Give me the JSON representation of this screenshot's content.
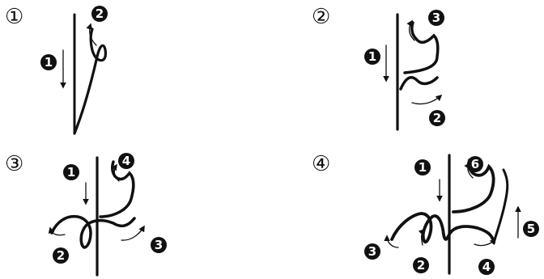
{
  "colors": {
    "ink": "#111111",
    "badge_fill": "#111111",
    "badge_text": "#ffffff"
  },
  "panels": [
    {
      "label": "①",
      "steps": [
        "1",
        "2"
      ]
    },
    {
      "label": "②",
      "steps": [
        "1",
        "2",
        "3"
      ]
    },
    {
      "label": "③",
      "steps": [
        "1",
        "2",
        "3",
        "4"
      ]
    },
    {
      "label": "④",
      "steps": [
        "1",
        "2",
        "3",
        "4",
        "5",
        "6"
      ]
    }
  ]
}
